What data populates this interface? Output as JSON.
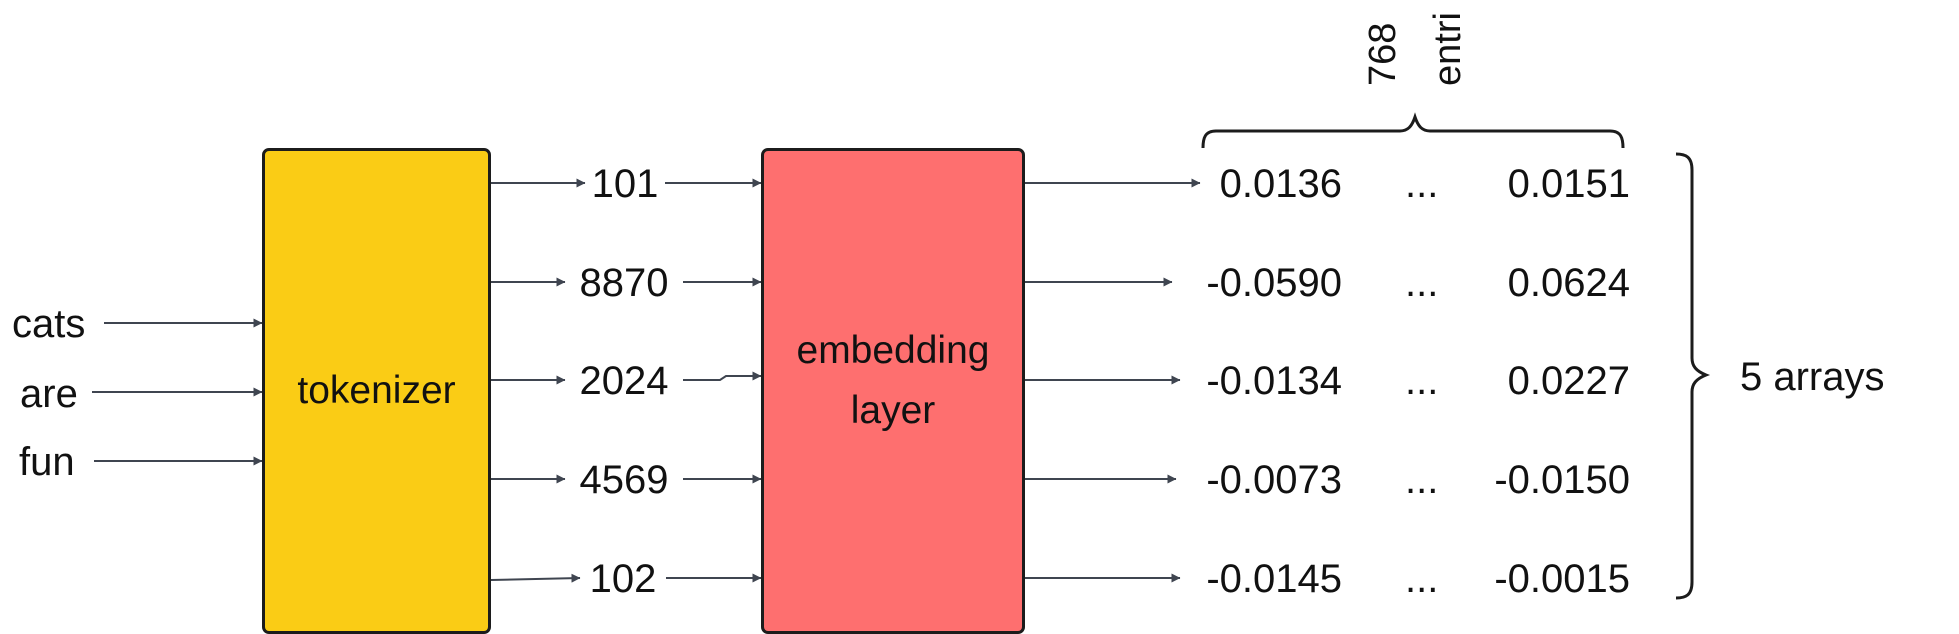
{
  "inputs": [
    "cats",
    "are",
    "fun"
  ],
  "tokenizer": {
    "label": "tokenizer",
    "color": "#facc15"
  },
  "token_ids": [
    "101",
    "8870",
    "2024",
    "4569",
    "102"
  ],
  "embedding_layer": {
    "line1": "embedding",
    "line2": "layer",
    "color": "#fe6f6f"
  },
  "embeddings": [
    {
      "first": "0.0136",
      "ellipsis": "...",
      "last": "0.0151"
    },
    {
      "first": "-0.0590",
      "ellipsis": "...",
      "last": "0.0624"
    },
    {
      "first": "-0.0134",
      "ellipsis": "...",
      "last": "0.0227"
    },
    {
      "first": "-0.0073",
      "ellipsis": "...",
      "last": "-0.0150"
    },
    {
      "first": "-0.0145",
      "ellipsis": "...",
      "last": "-0.0015"
    }
  ],
  "top_brace_label": {
    "line1": "768",
    "line2": "entri"
  },
  "right_brace_label": "5 arrays",
  "colors": {
    "arrow": "#3f4550",
    "stroke": "#1c1c1c"
  }
}
